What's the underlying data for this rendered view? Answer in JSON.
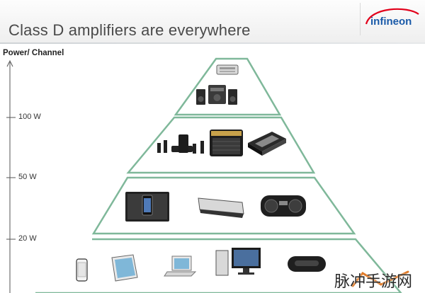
{
  "header": {
    "title": "Class D amplifiers are everywhere",
    "logo_text": "infineon"
  },
  "axis": {
    "title": "Power/ Channel",
    "ticks": [
      "100 W",
      "50 W",
      "20 W"
    ]
  },
  "pyramid": {
    "levels": [
      {
        "name": "top",
        "items": [
          "car-amplifier-icon",
          "mini-hifi-system-icon"
        ]
      },
      {
        "name": "upper-middle",
        "items": [
          "home-theater-speakers-icon",
          "guitar-amplifier-icon",
          "av-receiver-icon"
        ]
      },
      {
        "name": "lower-middle",
        "items": [
          "docking-station-icon",
          "soundbar-icon",
          "boombox-icon"
        ]
      },
      {
        "name": "base",
        "items": [
          "smartphone-icon",
          "tablet-icon",
          "laptop-icon",
          "desktop-pc-icon",
          "portable-speaker-icon"
        ]
      }
    ],
    "stroke_color": "#7fb89a"
  },
  "watermark": "脉冲手游网"
}
